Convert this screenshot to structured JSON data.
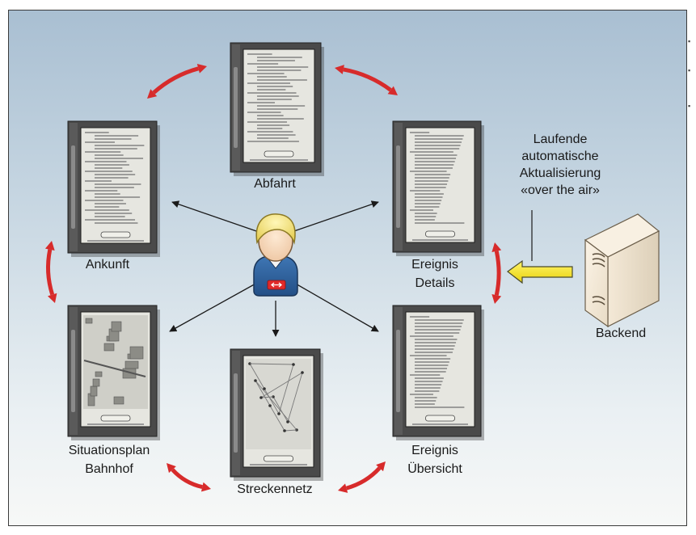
{
  "colors": {
    "arrow_red": "#d72b2b",
    "arrow_dark": "#1a1a1a",
    "update_arrow": "#f2e21a",
    "device_frame": "#4a4a4a",
    "screen_bg": "#e6e6e0",
    "panel_top": "#a9bfd2",
    "panel_bottom": "#f7f8f7"
  },
  "icons": {
    "user": "user-avatar-icon",
    "server": "server-tower-icon",
    "device": "ebook-reader-device-icon"
  },
  "labels": {
    "abfahrt": "Abfahrt",
    "ankunft": "Ankunft",
    "ereignis_details_line1": "Ereignis",
    "ereignis_details_line2": "Details",
    "situationsplan_line1": "Situationsplan",
    "situationsplan_line2": "Bahnhof",
    "streckennetz": "Streckennetz",
    "ereignis_uebersicht_line1": "Ereignis",
    "ereignis_uebersicht_line2": "Übersicht",
    "backend": "Backend",
    "update_line1": "Laufende",
    "update_line2": "automatische",
    "update_line3": "Aktualisierung",
    "update_line4": "«over the air»"
  }
}
